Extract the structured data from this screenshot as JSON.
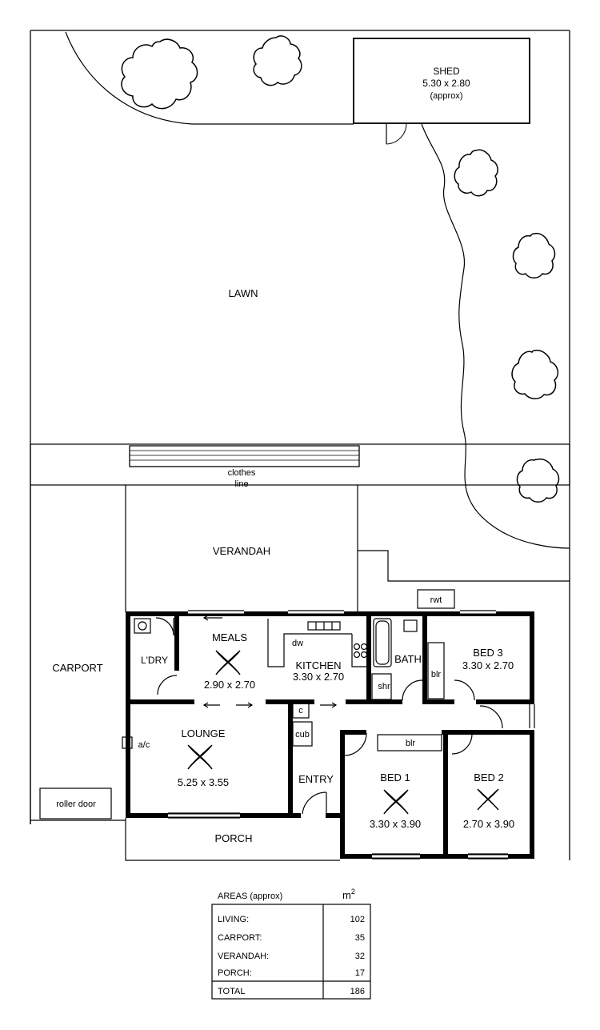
{
  "site": {
    "lawn": "LAWN",
    "shed": {
      "name": "SHED",
      "size": "5.30 x 2.80",
      "note": "(approx)"
    },
    "clothesline": {
      "line1": "clothes",
      "line2": "line"
    },
    "verandah": "VERANDAH",
    "carport": "CARPORT",
    "roller_door": "roller door",
    "porch": "PORCH",
    "rwt": "rwt"
  },
  "rooms": {
    "laundry": "L'DRY",
    "meals": {
      "name": "MEALS",
      "size": "2.90 x 2.70"
    },
    "kitchen": {
      "name": "KITCHEN",
      "size": "3.30 x 2.70",
      "dw": "dw"
    },
    "bath": "BATH",
    "shr": "shr",
    "blr3": "blr",
    "bed3": {
      "name": "BED 3",
      "size": "3.30 x 2.70"
    },
    "lounge": {
      "name": "LOUNGE",
      "size": "5.25 x 3.55",
      "ac": "a/c"
    },
    "c": "c",
    "cub": "cub",
    "entry": "ENTRY",
    "blr1": "blr",
    "bed1": {
      "name": "BED 1",
      "size": "3.30 x 3.90"
    },
    "bed2": {
      "name": "BED 2",
      "size": "2.70 x 3.90"
    }
  },
  "areas": {
    "title": "AREAS (approx)",
    "unit": "m",
    "unit_sup": "2",
    "rows": [
      {
        "label": "LIVING:",
        "value": "102"
      },
      {
        "label": "CARPORT:",
        "value": "35"
      },
      {
        "label": "VERANDAH:",
        "value": "32"
      },
      {
        "label": "PORCH:",
        "value": "17"
      }
    ],
    "total": {
      "label": "TOTAL",
      "value": "186"
    }
  }
}
